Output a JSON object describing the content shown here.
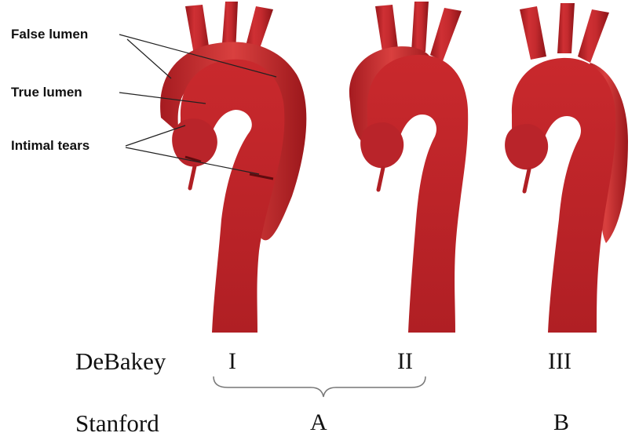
{
  "callouts": {
    "false_lumen": "False lumen",
    "true_lumen": "True lumen",
    "intimal_tears": "Intimal tears"
  },
  "classifications": {
    "debakey": {
      "label": "DeBakey",
      "types": [
        "I",
        "II",
        "III"
      ]
    },
    "stanford": {
      "label": "Stanford",
      "types": [
        "A",
        "B"
      ]
    }
  },
  "colors": {
    "aorta_main": "#c0262b",
    "aorta_dark": "#8f1418",
    "aorta_light": "#e0484b",
    "false_lumen": "#d3363a"
  }
}
